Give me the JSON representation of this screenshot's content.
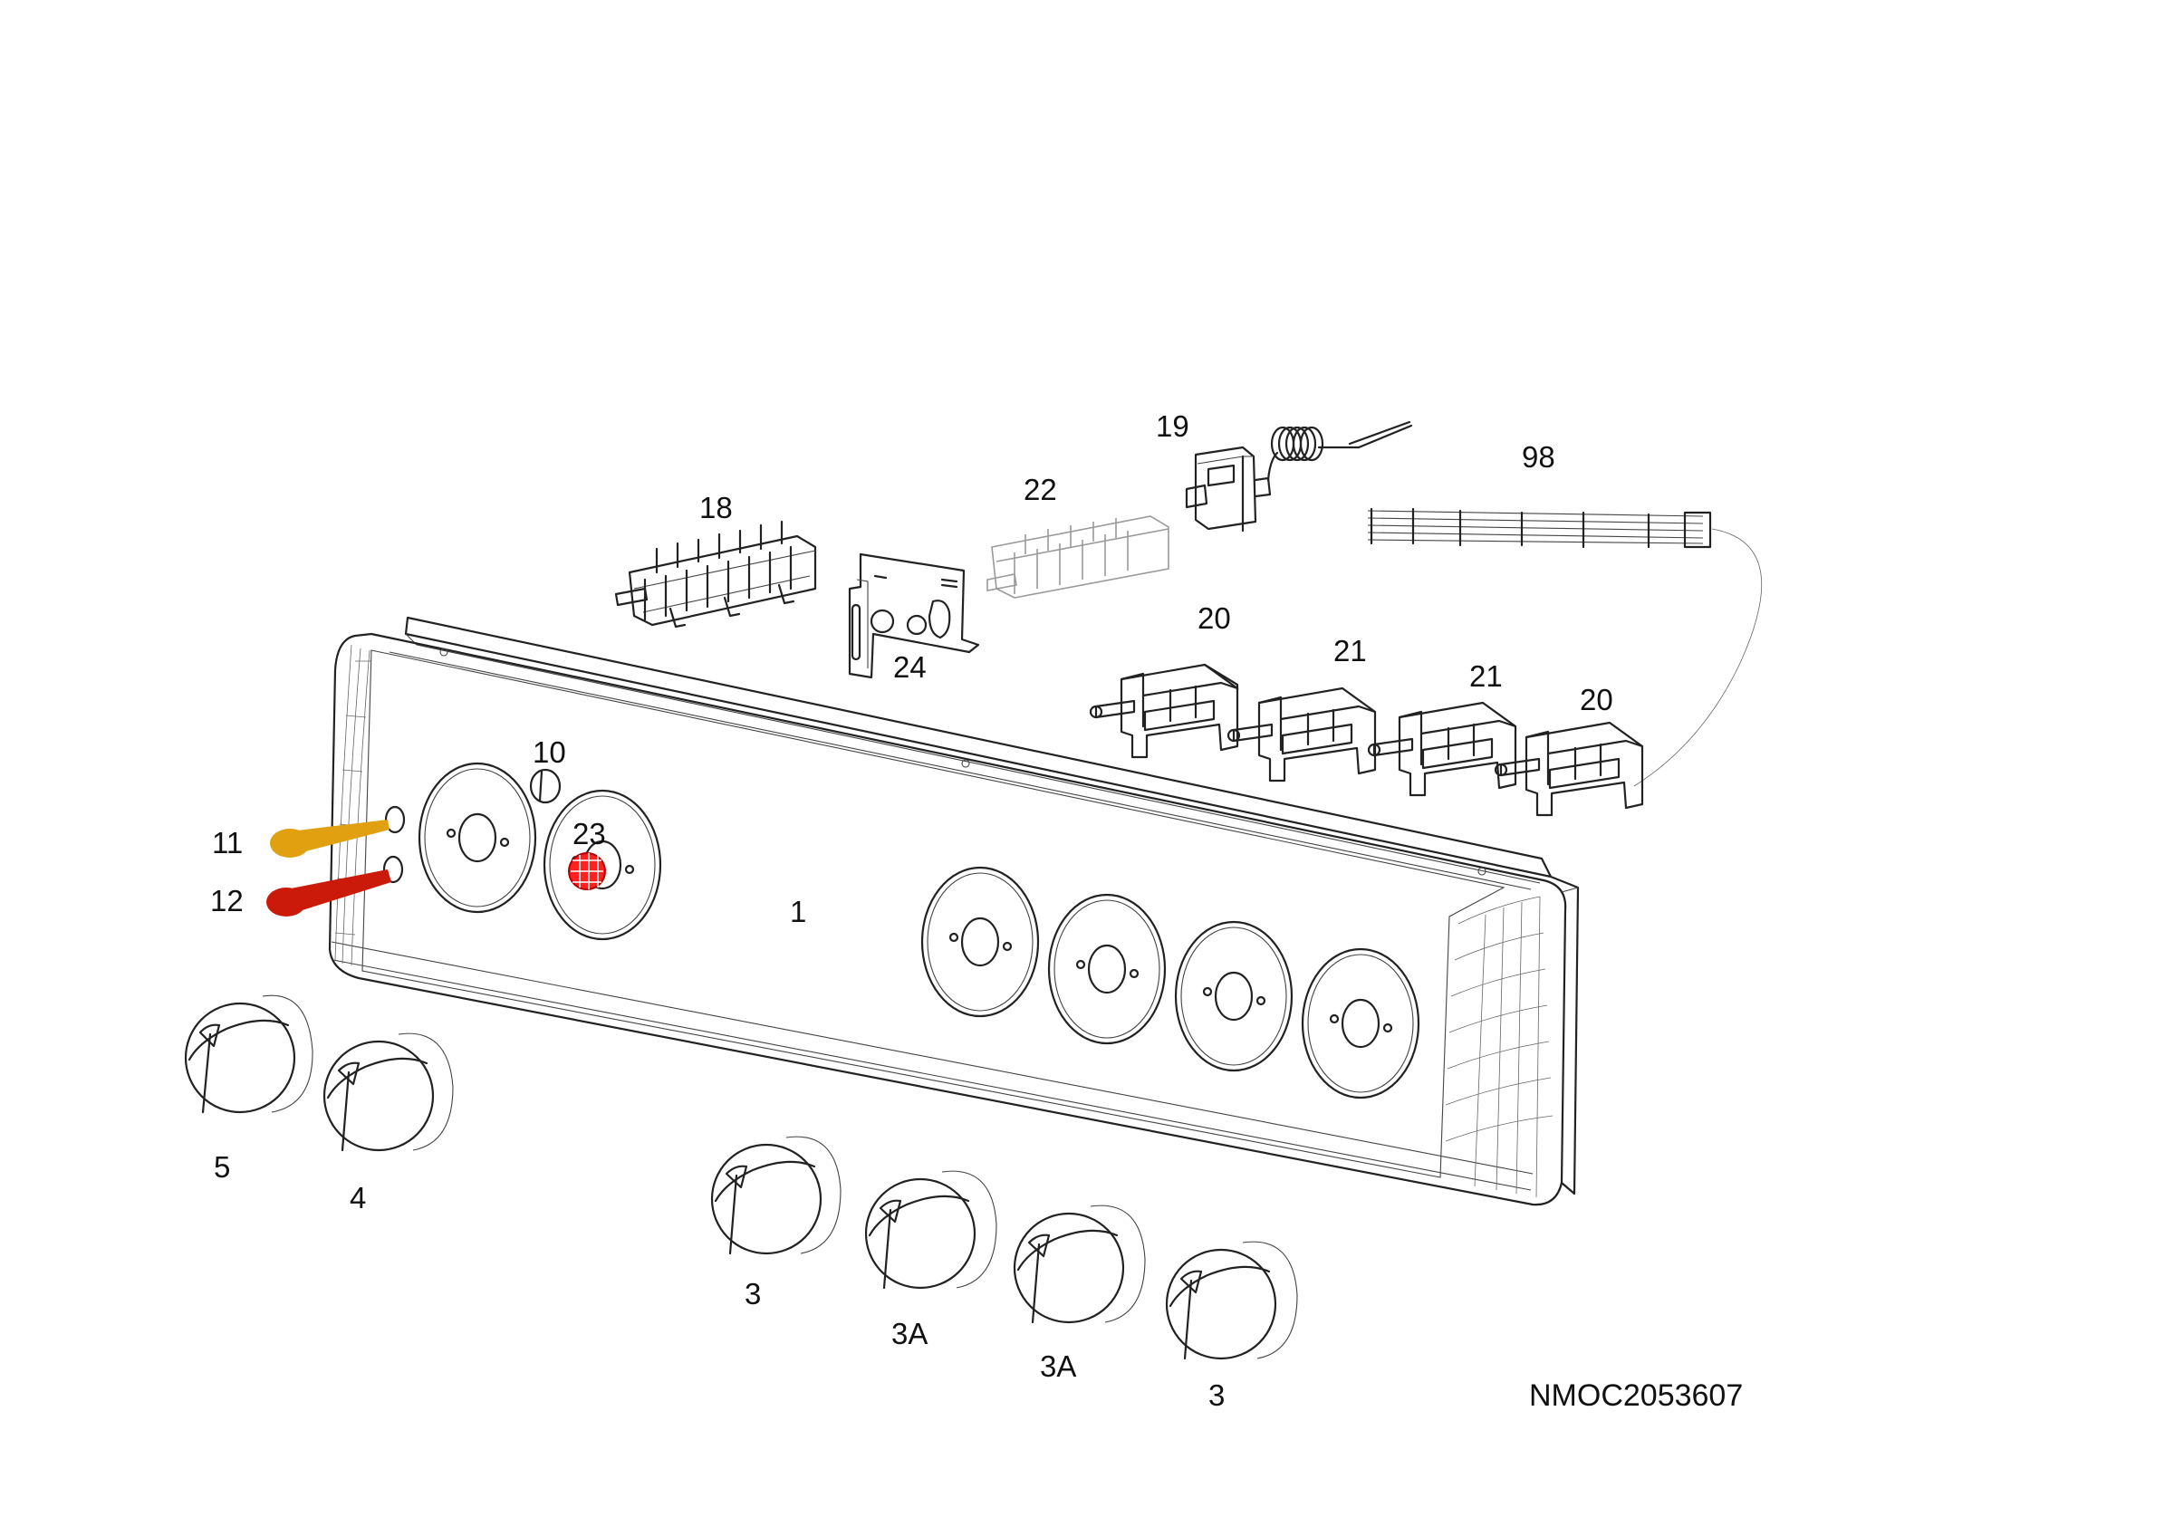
{
  "diagram": {
    "drawing_code": "NMOC2053607",
    "colors": {
      "line": "#222222",
      "light_part": "#9a9a9a",
      "orange_part": "#e0a010",
      "red_part": "#cc1a0a",
      "highlight_red": "#ff2020"
    },
    "callouts": {
      "c1": "1",
      "c3a": "3",
      "c3b": "3",
      "c3aa": "3A",
      "c3ab": "3A",
      "c4": "4",
      "c5": "5",
      "c10": "10",
      "c11": "11",
      "c12": "12",
      "c18": "18",
      "c19": "19",
      "c20a": "20",
      "c20b": "20",
      "c21a": "21",
      "c21b": "21",
      "c22": "22",
      "c23": "23",
      "c24": "24",
      "c98": "98"
    }
  }
}
